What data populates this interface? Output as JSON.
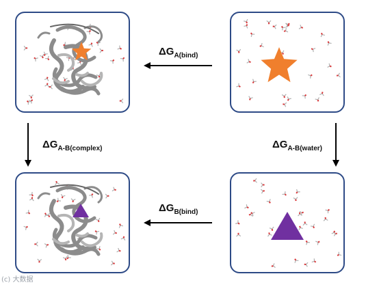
{
  "labels": {
    "a_bind": {
      "main": "ΔG",
      "sub": "A(bind)"
    },
    "b_bind": {
      "main": "ΔG",
      "sub": "B(bind)"
    },
    "ab_complex": {
      "main": "ΔG",
      "sub": "A-B(complex)"
    },
    "ab_water": {
      "main": "ΔG",
      "sub": "A-B(water)"
    }
  },
  "watermark": "(c) 大数据",
  "colors": {
    "panel_border": "#2d4a86",
    "star": "#f07f2d",
    "triangle": "#7030a0",
    "water_oxygen": "#d9383a",
    "protein": "#9a9a9a",
    "arrow": "#000000"
  },
  "icons": {
    "ligand_a": "star-icon",
    "ligand_b": "triangle-icon",
    "solvent": "water-molecule-icon",
    "protein": "protein-ribbon"
  }
}
